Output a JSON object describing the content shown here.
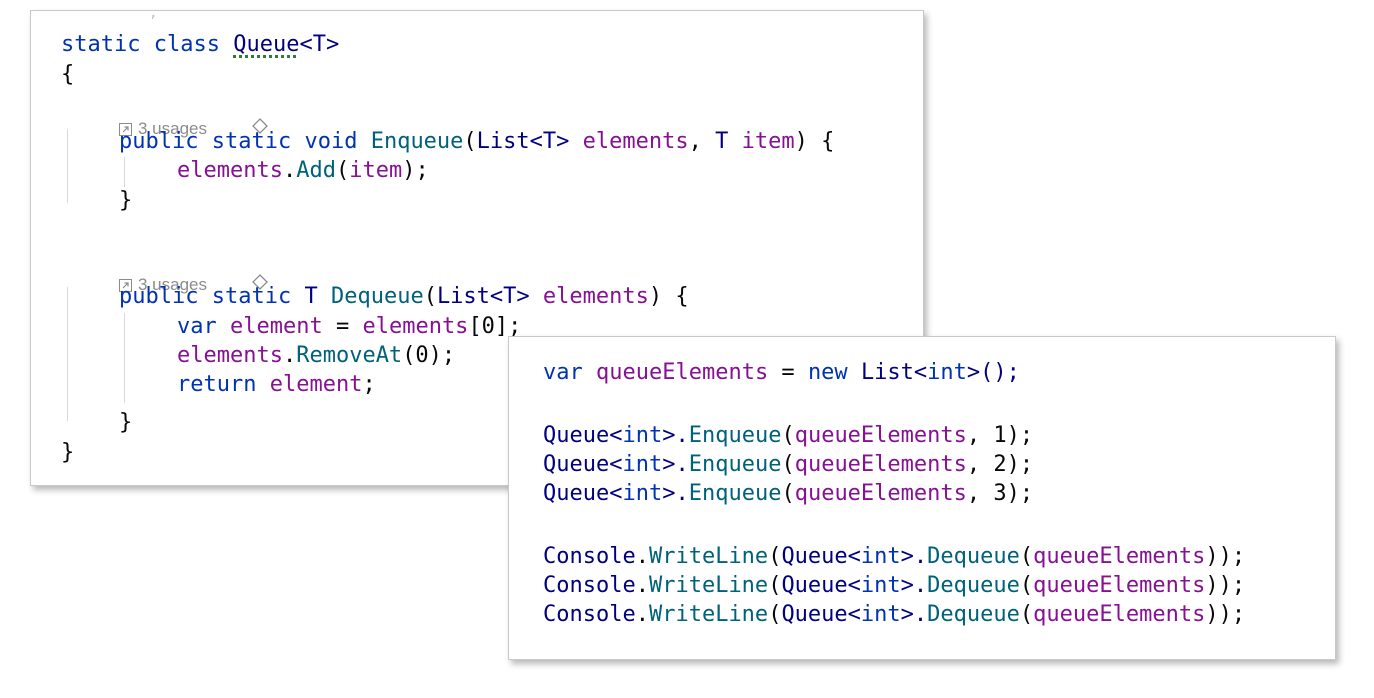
{
  "left_panel": {
    "class_decl": {
      "kw_static": "static",
      "kw_class": "class",
      "name": "Queue",
      "generic": "<T>"
    },
    "open_brace": "{",
    "close_brace": "}",
    "enqueue": {
      "hint_label": "3 usages",
      "kw_public": "public",
      "kw_static": "static",
      "kw_void": "void",
      "name": "Enqueue",
      "open_paren": "(",
      "list_type": "List<T>",
      "param1": "elements",
      "comma": ",",
      "t_type": "T",
      "param2": "item",
      "close": ") {",
      "body_obj": "elements",
      "body_dot": ".",
      "body_method": "Add",
      "body_open": "(",
      "body_arg": "item",
      "body_close": ");",
      "end_brace": "}"
    },
    "dequeue": {
      "hint_label": "3 usages",
      "kw_public": "public",
      "kw_static": "static",
      "ret_type": "T",
      "name": "Dequeue",
      "open_paren": "(",
      "list_type": "List<T>",
      "param1": "elements",
      "close": ") {",
      "l1_kw_var": "var",
      "l1_local": "element",
      "l1_eq": " = ",
      "l1_obj": "elements",
      "l1_idx": "[0];",
      "l2_obj": "elements",
      "l2_dot": ".",
      "l2_method": "RemoveAt",
      "l2_args": "(0);",
      "l3_kw_return": "return",
      "l3_local": "element",
      "l3_semi": ";",
      "end_brace": "}"
    }
  },
  "right_panel": {
    "line1": {
      "kw_var": "var",
      "local": "queueElements",
      "eq": " = ",
      "kw_new": "new",
      "type": "List<",
      "kw_int": "int",
      "tail": ">();"
    },
    "enqueue_lines": [
      {
        "cls": "Queue<",
        "kw_int": "int",
        "cls_end": ">.",
        "method": "Enqueue",
        "open": "(",
        "arg": "queueElements",
        "rest": ", 1);"
      },
      {
        "cls": "Queue<",
        "kw_int": "int",
        "cls_end": ">.",
        "method": "Enqueue",
        "open": "(",
        "arg": "queueElements",
        "rest": ", 2);"
      },
      {
        "cls": "Queue<",
        "kw_int": "int",
        "cls_end": ">.",
        "method": "Enqueue",
        "open": "(",
        "arg": "queueElements",
        "rest": ", 3);"
      }
    ],
    "writeline_lines": [
      {
        "console": "Console",
        "dot": ".",
        "writeline": "WriteLine",
        "open": "(",
        "cls": "Queue<",
        "kw_int": "int",
        "cls_end": ">.",
        "method": "Dequeue",
        "open2": "(",
        "arg": "queueElements",
        "close": "));"
      },
      {
        "console": "Console",
        "dot": ".",
        "writeline": "WriteLine",
        "open": "(",
        "cls": "Queue<",
        "kw_int": "int",
        "cls_end": ">.",
        "method": "Dequeue",
        "open2": "(",
        "arg": "queueElements",
        "close": "));"
      },
      {
        "console": "Console",
        "dot": ".",
        "writeline": "WriteLine",
        "open": "(",
        "cls": "Queue<",
        "kw_int": "int",
        "cls_end": ">.",
        "method": "Dequeue",
        "open2": "(",
        "arg": "queueElements",
        "close": "));"
      }
    ]
  },
  "colors": {
    "keyword": "#0033b3",
    "type": "#000080",
    "method": "#00627a",
    "identifier": "#871094",
    "hint": "#8c8c8c"
  },
  "icons": [
    "navigate-arrow-icon",
    "diamond-icon"
  ]
}
